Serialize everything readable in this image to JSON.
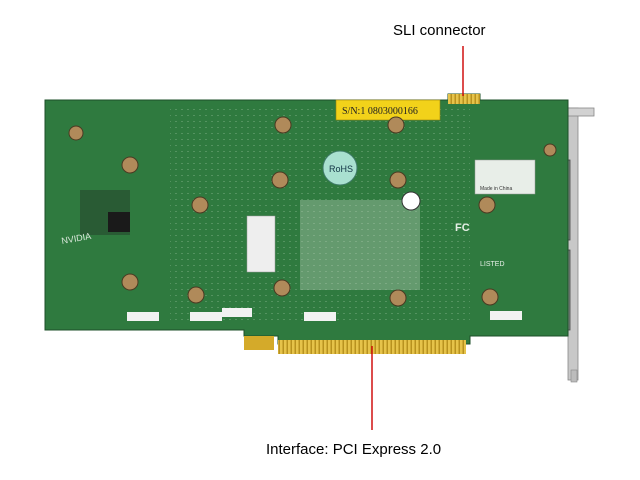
{
  "callouts": {
    "sli": "SLI connector",
    "interface": "Interface: PCI Express 2.0"
  },
  "board_labels": {
    "serial": "S/N:1 0803000166",
    "rohs": "RoHS",
    "vendor": "NVIDIA",
    "listed": "LISTED",
    "fc": "FC",
    "made_in": "Made in China"
  },
  "colors": {
    "pcb": "#2f7a3f",
    "pcb_dark": "#1f5a2c",
    "gold": "#d4aa2a",
    "leader": "#cc0000",
    "bracket": "#c8c8c8",
    "sticker_yellow": "#f2d21a"
  }
}
